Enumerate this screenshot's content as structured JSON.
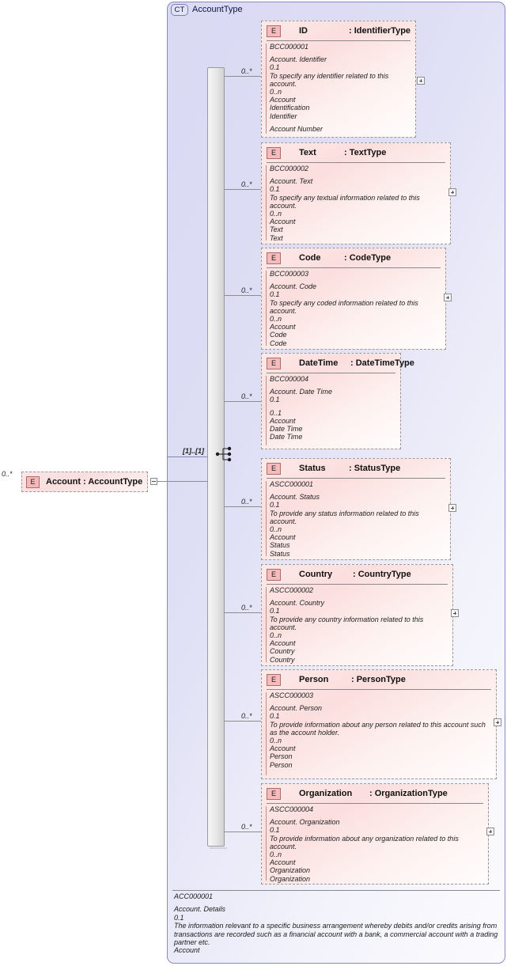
{
  "container": {
    "badge": "CT",
    "title": "AccountType",
    "footer": {
      "id": "ACC000001",
      "lines": [
        "Account. Details",
        "0.1",
        "The information relevant to a specific business arrangement whereby debits and/or credits arising from transactions are recorded such as a financial account with a bank, a commercial account with a trading partner etc.",
        "Account"
      ]
    }
  },
  "root": {
    "badge": "E",
    "label": "Account : AccountType",
    "occurrence": "0..*",
    "inner_occurrence": "[1]..[1]"
  },
  "compositor": {
    "kind": "sequence-icon"
  },
  "elements": [
    {
      "badge": "E",
      "name": "ID",
      "type": ": IdentifierType",
      "occurrence": "0..*",
      "id": "BCC000001",
      "lines": [
        "Account. Identifier",
        "0.1",
        "To specify any identifier related to this account.",
        "0..n",
        "Account",
        "Identification",
        "Identifier",
        "",
        "Account Number"
      ],
      "has_expand": true
    },
    {
      "badge": "E",
      "name": "Text",
      "type": ": TextType",
      "occurrence": "0..*",
      "id": "BCC000002",
      "lines": [
        "Account. Text",
        "0.1",
        "To specify any textual information related to this account.",
        "0..n",
        "Account",
        "Text",
        "Text"
      ],
      "has_expand": true
    },
    {
      "badge": "E",
      "name": "Code",
      "type": ": CodeType",
      "occurrence": "0..*",
      "id": "BCC000003",
      "lines": [
        "Account. Code",
        "0.1",
        "To specify any coded information related to this account.",
        "0..n",
        "Account",
        "Code",
        "Code"
      ],
      "has_expand": true
    },
    {
      "badge": "E",
      "name": "DateTime",
      "type": ": DateTimeType",
      "occurrence": "0..*",
      "id": "BCC000004",
      "lines": [
        "Account. Date Time",
        "0.1",
        "",
        "0..1",
        "Account",
        "Date Time",
        "Date Time"
      ],
      "has_expand": false
    },
    {
      "badge": "E",
      "name": "Status",
      "type": ": StatusType",
      "occurrence": "0..*",
      "id": "ASCC000001",
      "lines": [
        "Account. Status",
        "0.1",
        "To provide any status information related to this account.",
        "0..n",
        "Account",
        "Status",
        "Status"
      ],
      "has_expand": true
    },
    {
      "badge": "E",
      "name": "Country",
      "type": ": CountryType",
      "occurrence": "0..*",
      "id": "ASCC000002",
      "lines": [
        "Account. Country",
        "0.1",
        "To provide any country information related to this account.",
        "0..n",
        "Account",
        "Country",
        "Country"
      ],
      "has_expand": true
    },
    {
      "badge": "E",
      "name": "Person",
      "type": ": PersonType",
      "occurrence": "0..*",
      "id": "ASCC000003",
      "lines": [
        "Account. Person",
        "0.1",
        "To provide information about any person related to this account such as the account holder.",
        "0..n",
        "Account",
        "Person",
        "Person"
      ],
      "has_expand": true
    },
    {
      "badge": "E",
      "name": "Organization",
      "type": ": OrganizationType",
      "occurrence": "0..*",
      "id": "ASCC000004",
      "lines": [
        "Account. Organization",
        "0.1",
        "To provide information about any organization related to this account.",
        "0..n",
        "Account",
        "Organization",
        "Organization"
      ],
      "has_expand": true
    }
  ],
  "colors": {
    "element_fill": "#fbdedd",
    "container_fill": "#dedef5",
    "badge_e_fill": "#f4bcbc",
    "border": "#9a9a9a"
  }
}
